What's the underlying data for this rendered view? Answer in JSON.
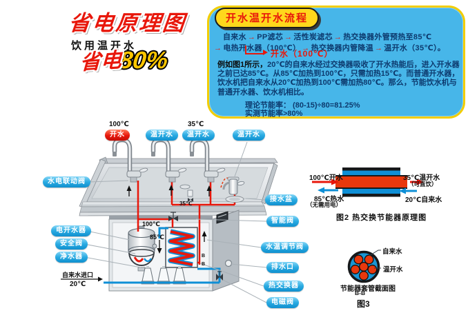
{
  "header": {
    "title": "省电原理图",
    "subtitle": "饮用温开水",
    "save_word": "省电",
    "save_pct": "80%"
  },
  "flowbox": {
    "badge": "开水温开水流程",
    "line1": [
      "自来水",
      "→",
      "PP滤芯",
      "→",
      "活性炭滤芯",
      "→",
      "热交换器外管预热至85℃"
    ],
    "line2": [
      "→",
      "电热开水器（100℃）",
      "→",
      "热交换器内管降温",
      "→",
      "温开水（35℃）。"
    ],
    "branch_label": "开水（100℃）",
    "para_lead": "例如图1所示，",
    "para_body": "20℃的自来水经过交换器吸收了开水热能后，进入开水器之前已达85℃。从85℃加热到100℃，只需加热15℃。而普通开水器，饮水机把自来水从20℃加热到100℃需加热80℃。那么，节能饮水机与普通开水器、饮水机相比。",
    "theory": "理论节能率： (80-15)÷80=81.25%",
    "measured": "实测节能率>80%"
  },
  "machine": {
    "taps": [
      "开水",
      "温开水",
      "温开水",
      "温开水"
    ],
    "temps": {
      "tap1": "100℃",
      "tap3": "35℃",
      "boiler": "100℃",
      "preheat": "85℃",
      "counter": "35℃"
    },
    "labels_left": [
      "水电联动阀",
      "电开水器",
      "安全阀",
      "净水器"
    ],
    "labels_right": [
      "接水盆",
      "智能阀",
      "水温调节阀",
      "排水口",
      "热交换器",
      "电磁阀"
    ],
    "inlet": {
      "label": "自来水进口",
      "temp": "20℃"
    },
    "section_mark": "B"
  },
  "fig2": {
    "left_top": "100℃开水",
    "left_bottom": "85℃热水",
    "left_note": "（无需用电）",
    "right_top": "35℃温开水",
    "right_note": "（可直饮）",
    "right_bottom": "20℃自来水",
    "caption": "图2 热交换节能器原理图"
  },
  "fig3": {
    "label_top": "自来水",
    "label_right": "温开水",
    "caption": "节能器套管截面图",
    "section": "B-B",
    "fig_label": "图3"
  },
  "colors": {
    "accent_red": "#e8170b",
    "pill_blue": "#1b96d4",
    "box_blue": "#47b6e9",
    "badge_yellow": "#ffd71c",
    "pipe_blue": "#0e8fd6"
  }
}
